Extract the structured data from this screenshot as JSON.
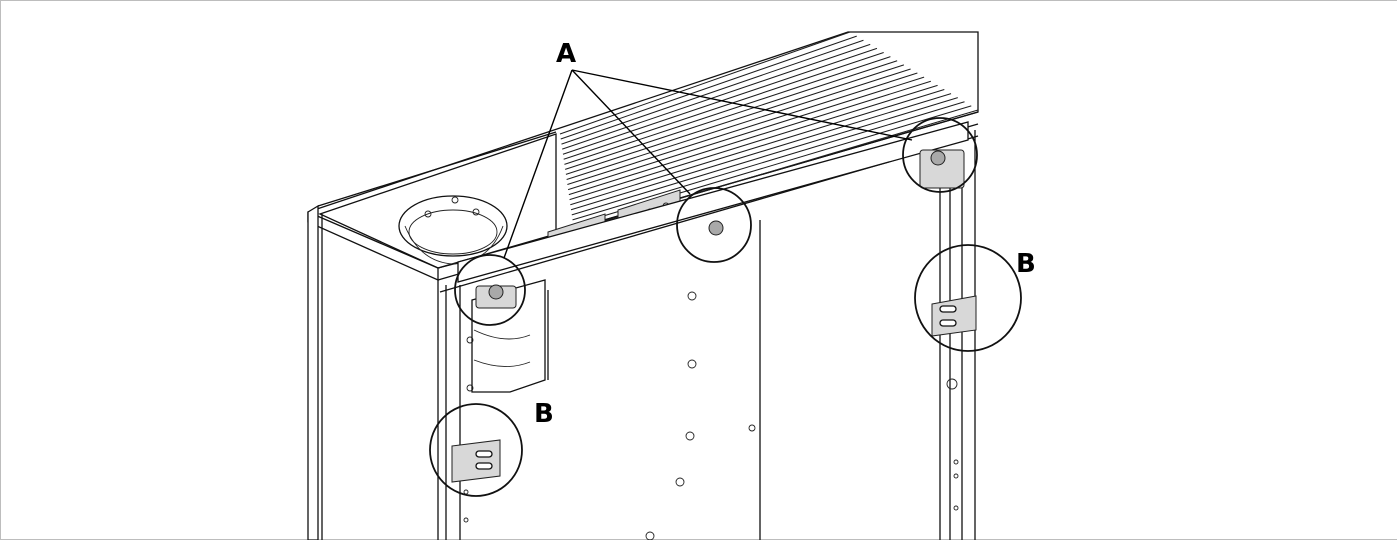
{
  "diagram": {
    "callouts": [
      {
        "id": "A",
        "label": "A"
      },
      {
        "id": "B-left",
        "label": "B"
      },
      {
        "id": "B-right",
        "label": "B"
      }
    ]
  }
}
